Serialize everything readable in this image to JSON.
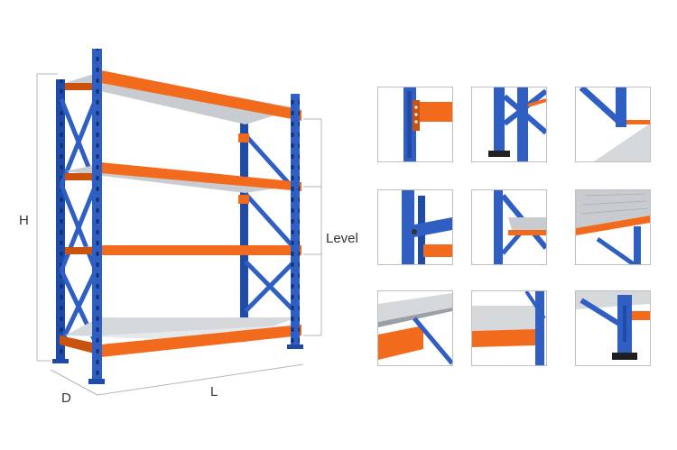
{
  "labels": {
    "height": "H",
    "depth": "D",
    "length": "L",
    "level": "Level"
  },
  "colors": {
    "upright": "#2f5fc2",
    "upright_dark": "#1e4aa8",
    "beam": "#f26b1d",
    "beam_dark": "#c9520f",
    "deck": "#c8ccd0",
    "deck_light": "#e6e8ea",
    "dimension_line": "#b5b5b5",
    "text": "#333333"
  },
  "rack": {
    "levels": 4,
    "brace_pattern": "X-bracing"
  },
  "details": [
    {
      "name": "beam-connector"
    },
    {
      "name": "base-plate"
    },
    {
      "name": "brace-top"
    },
    {
      "name": "beam-lock"
    },
    {
      "name": "deck-corner"
    },
    {
      "name": "beam-deck-edge"
    },
    {
      "name": "deck-support"
    },
    {
      "name": "deck-beam-front"
    },
    {
      "name": "foot-plate"
    }
  ]
}
